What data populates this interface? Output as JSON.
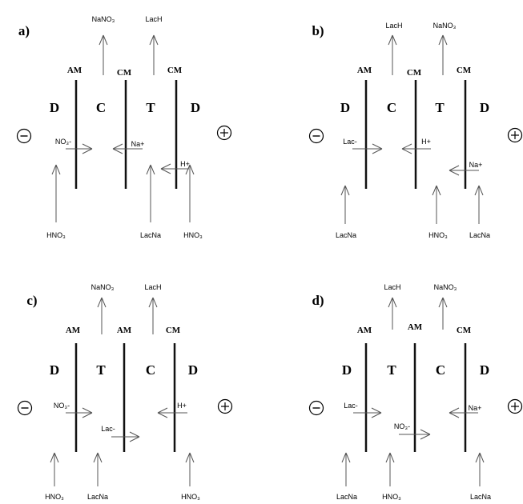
{
  "colors": {
    "membrane": "#111111",
    "arrow": "#555555",
    "text": "#000000",
    "background": "#ffffff"
  },
  "panels": [
    {
      "label": "a)",
      "membranes": [
        "AM",
        "CM",
        "CM"
      ],
      "compartments": [
        "D",
        "C",
        "T",
        "D"
      ],
      "top_outputs": [
        "NaNO₃",
        "LacH"
      ],
      "ions": [
        "NO₃-",
        "Na+",
        "H+"
      ],
      "inputs": [
        "HNO₃",
        "LacNa",
        "HNO₃"
      ]
    },
    {
      "label": "b)",
      "membranes": [
        "AM",
        "CM",
        "CM"
      ],
      "compartments": [
        "D",
        "C",
        "T",
        "D"
      ],
      "top_outputs": [
        "LacH",
        "NaNO₃"
      ],
      "ions": [
        "Lac-",
        "H+",
        "Na+"
      ],
      "inputs": [
        "LacNa",
        "HNO₃",
        "LacNa"
      ]
    },
    {
      "label": "c)",
      "membranes": [
        "AM",
        "AM",
        "CM"
      ],
      "compartments": [
        "D",
        "T",
        "C",
        "D"
      ],
      "top_outputs": [
        "NaNO₃",
        "LacH"
      ],
      "ions": [
        "NO₃-",
        "Lac-",
        "H+"
      ],
      "inputs": [
        "HNO₃",
        "LacNa",
        "HNO₃"
      ]
    },
    {
      "label": "d)",
      "membranes": [
        "AM",
        "AM",
        "CM"
      ],
      "compartments": [
        "D",
        "T",
        "C",
        "D"
      ],
      "top_outputs": [
        "LacH",
        "NaNO₃"
      ],
      "ions": [
        "Lac-",
        "NO₃-",
        "Na+"
      ],
      "inputs": [
        "LacNa",
        "HNO₃",
        "LacNa"
      ]
    }
  ],
  "electrodes": {
    "negative": "−",
    "positive": "+"
  }
}
